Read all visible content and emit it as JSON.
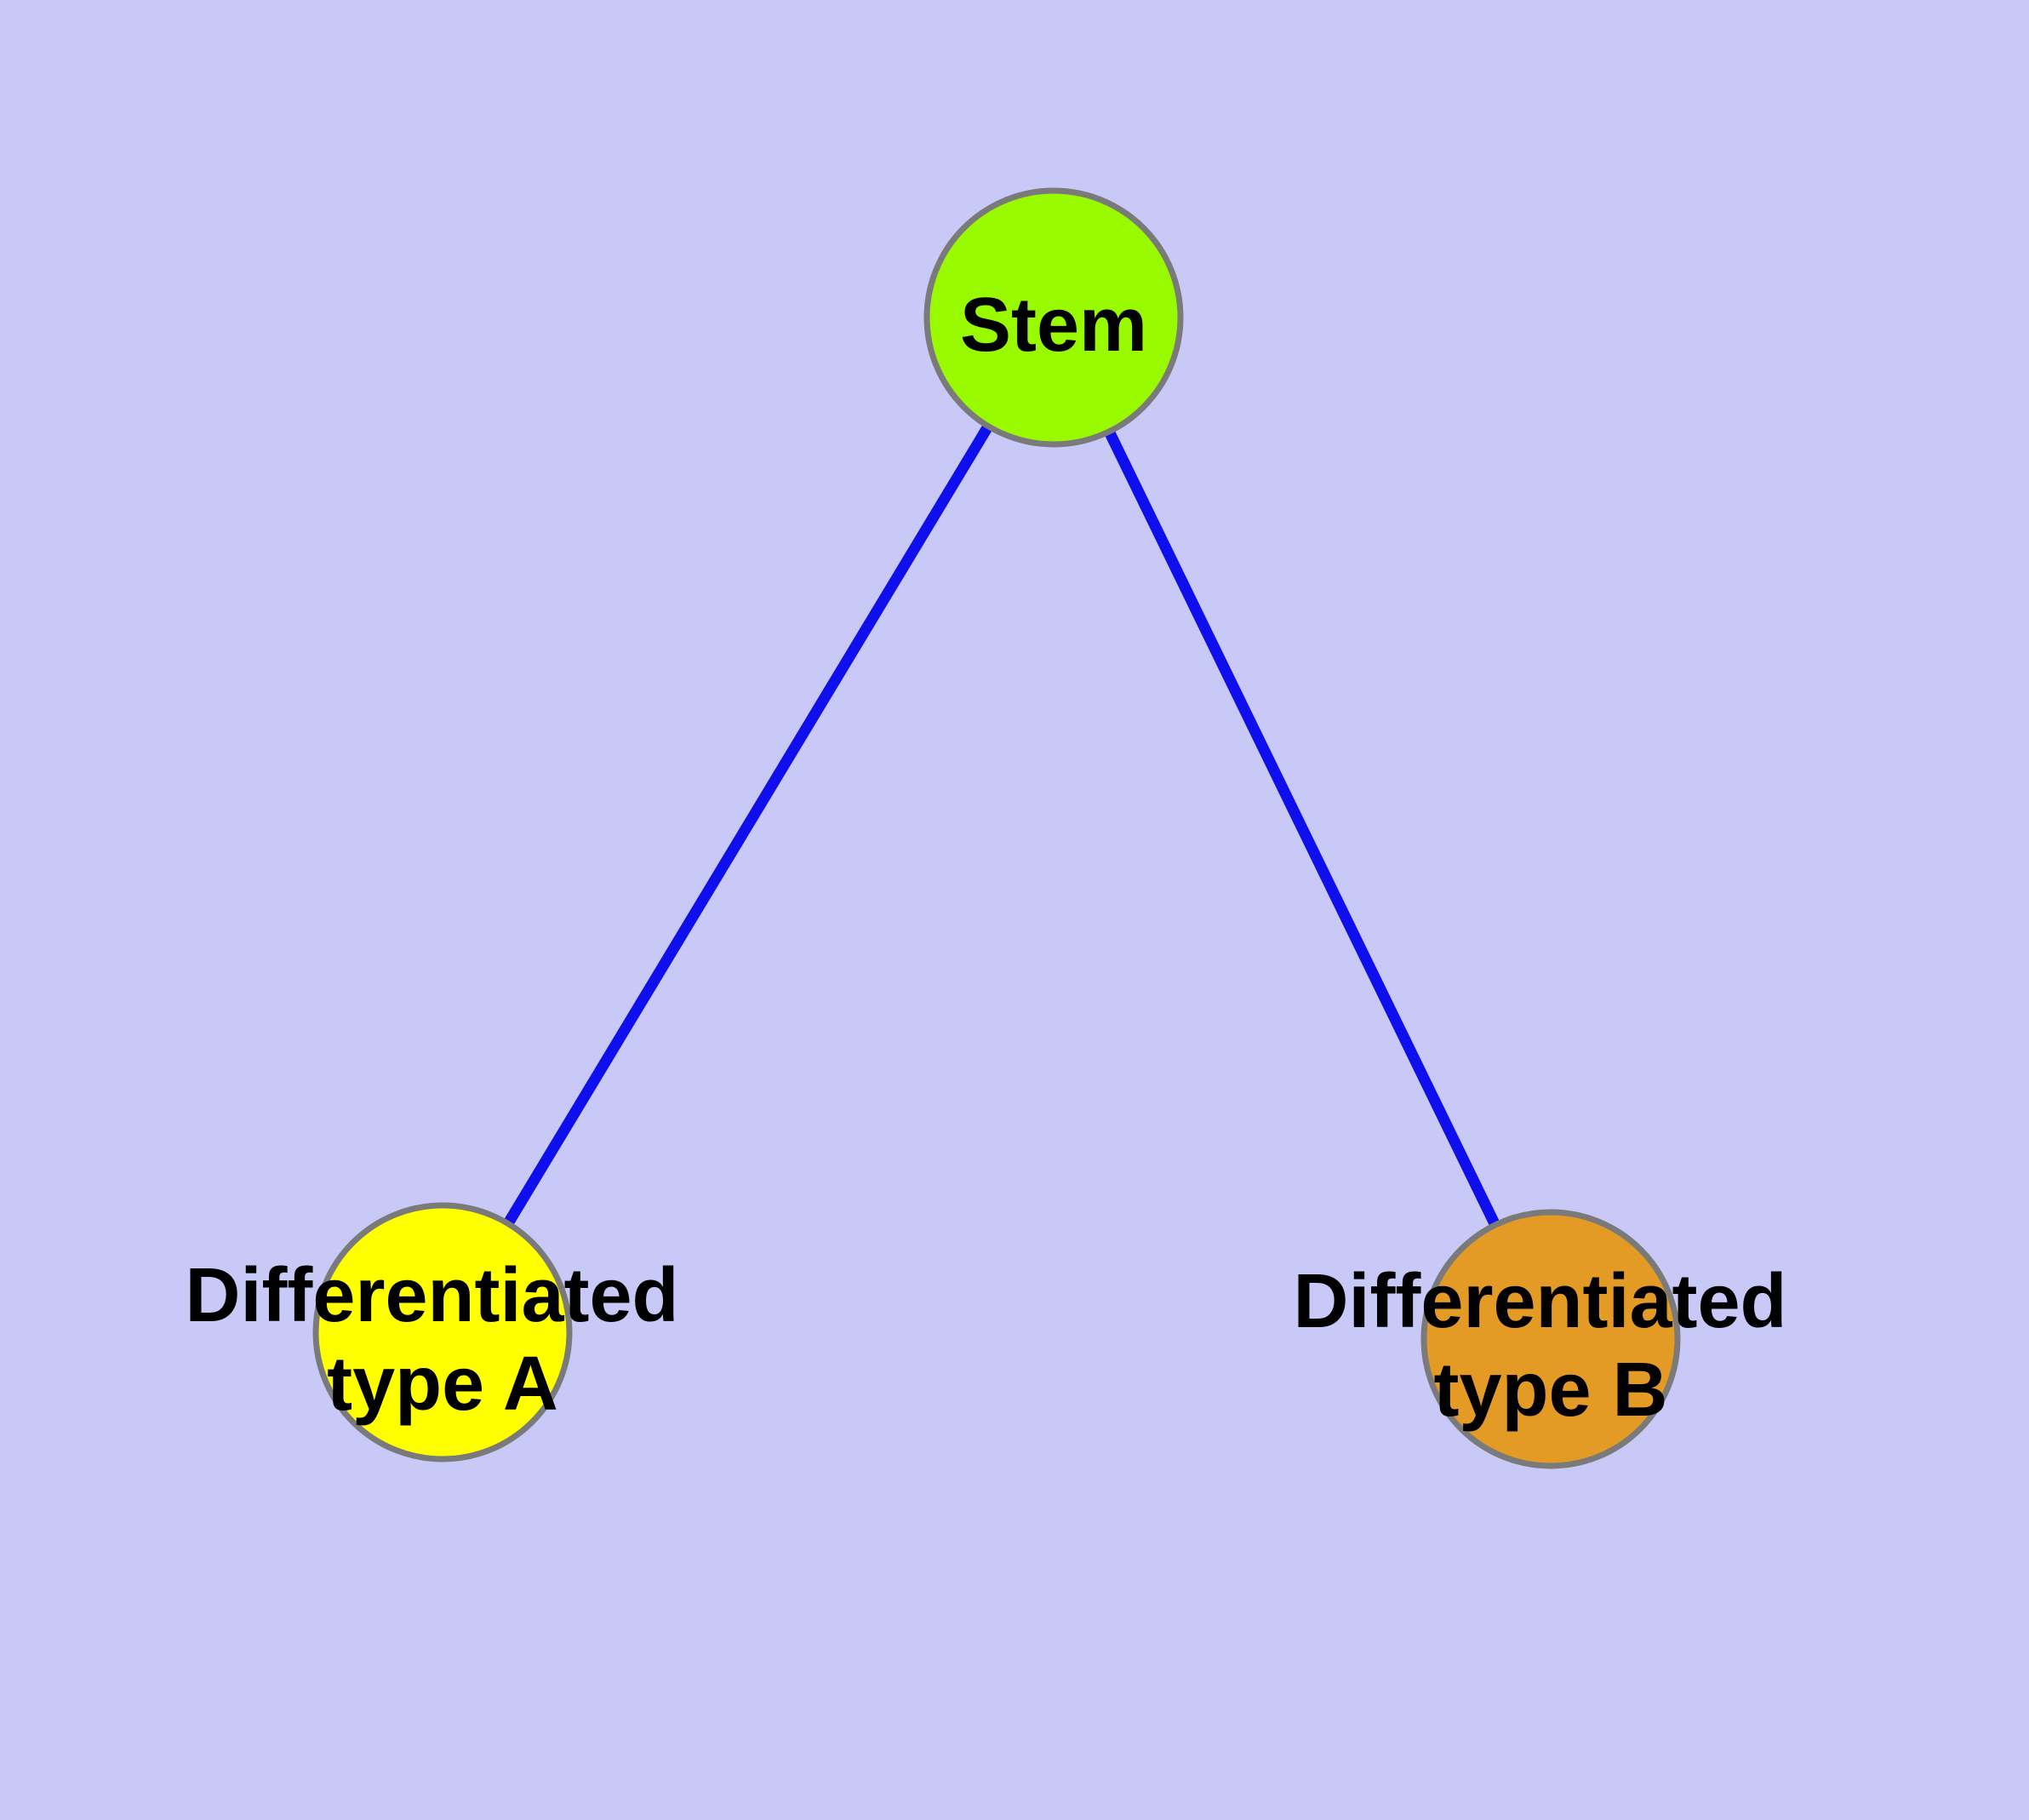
{
  "diagram": {
    "type": "graph",
    "background_color": "#c9c9f8",
    "edge_color": "#0f0fee",
    "node_border_color": "#7a7a7a",
    "label_color": "#000000",
    "nodes": [
      {
        "id": "stem",
        "label": "Stem",
        "lines": {
          "line1": "Stem"
        },
        "fill_color": "#99fa00"
      },
      {
        "id": "differentiated-type-a",
        "label": "Differentiated type A",
        "lines": {
          "line1": "Differentiated",
          "line2": "type A"
        },
        "fill_color": "#ffff00"
      },
      {
        "id": "differentiated-type-b",
        "label": "Differentiated type B",
        "lines": {
          "line1": "Differentiated",
          "line2": "type B"
        },
        "fill_color": "#e49b25"
      }
    ],
    "edges": [
      {
        "from": "Stem",
        "to": "Differentiated type A"
      },
      {
        "from": "Stem",
        "to": "Differentiated type B"
      }
    ]
  }
}
